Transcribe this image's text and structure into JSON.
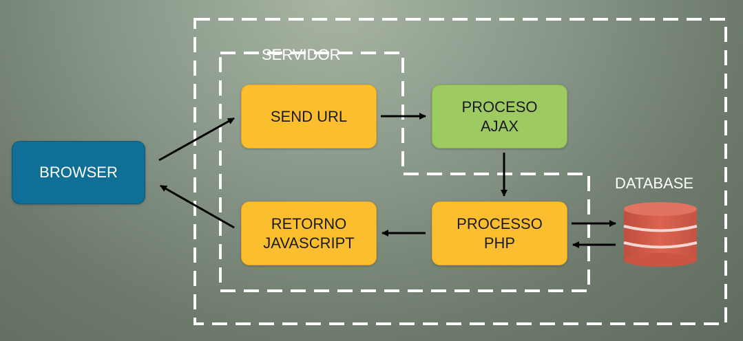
{
  "labels": {
    "servidor": "SERVIDOR",
    "database": "DATABASE"
  },
  "nodes": {
    "browser": "BROWSER",
    "send_url": "SEND URL",
    "ajax": [
      "PROCESO",
      "AJAX"
    ],
    "retorno": [
      "RETORNO",
      "JAVASCRIPT"
    ],
    "php": [
      "PROCESSO",
      "PHP"
    ]
  },
  "icons": {
    "database": "database-icon"
  },
  "colors": {
    "browser": "#0f6f96",
    "process_yellow": "#fbbe2e",
    "process_green": "#9dcb62",
    "database": "#d65a45",
    "dashed_border": "#ffffff",
    "arrows": "#000000"
  }
}
